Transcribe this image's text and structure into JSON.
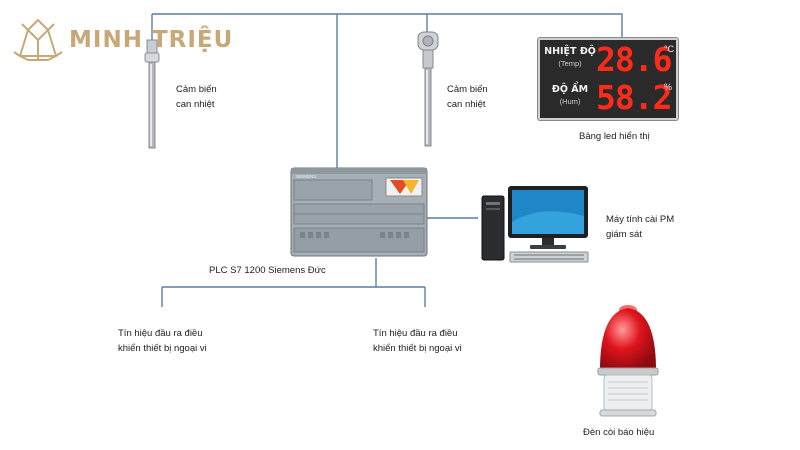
{
  "brand": {
    "name": "MINH TRIỆU"
  },
  "devices": {
    "sensor1": {
      "label_line1": "Cảm biến",
      "label_line2": "can nhiệt"
    },
    "sensor2": {
      "label_line1": "Cảm biến",
      "label_line2": "can nhiệt"
    },
    "led_board": {
      "caption": "Bảng led hiển thị",
      "rows": [
        {
          "name": "NHIỆT ĐỘ",
          "sub": "(Temp)",
          "value": "28.6",
          "unit": "°C"
        },
        {
          "name": "ĐỘ ẨM",
          "sub": "(Hum)",
          "value": "58.2",
          "unit": "%"
        }
      ]
    },
    "plc": {
      "caption": "PLC S7 1200 Siemens Đức",
      "brand_text": "SIEMENS"
    },
    "computer": {
      "label_line1": "Máy tính cài PM",
      "label_line2": "giám sát"
    },
    "output1": {
      "label_line1": "Tín hiệu đầu ra điều",
      "label_line2": "khiển thiết bị ngoại vi"
    },
    "output2": {
      "label_line1": "Tín hiệu đầu ra điều",
      "label_line2": "khiển thiết bị ngoại vi"
    },
    "alarm": {
      "caption": "Đèn còi báo hiệu"
    }
  },
  "colors": {
    "wire": "#5a7fa6",
    "led_text": "#ff2b1a",
    "brand": "#c9a878",
    "alarm_red": "#e0141e"
  }
}
